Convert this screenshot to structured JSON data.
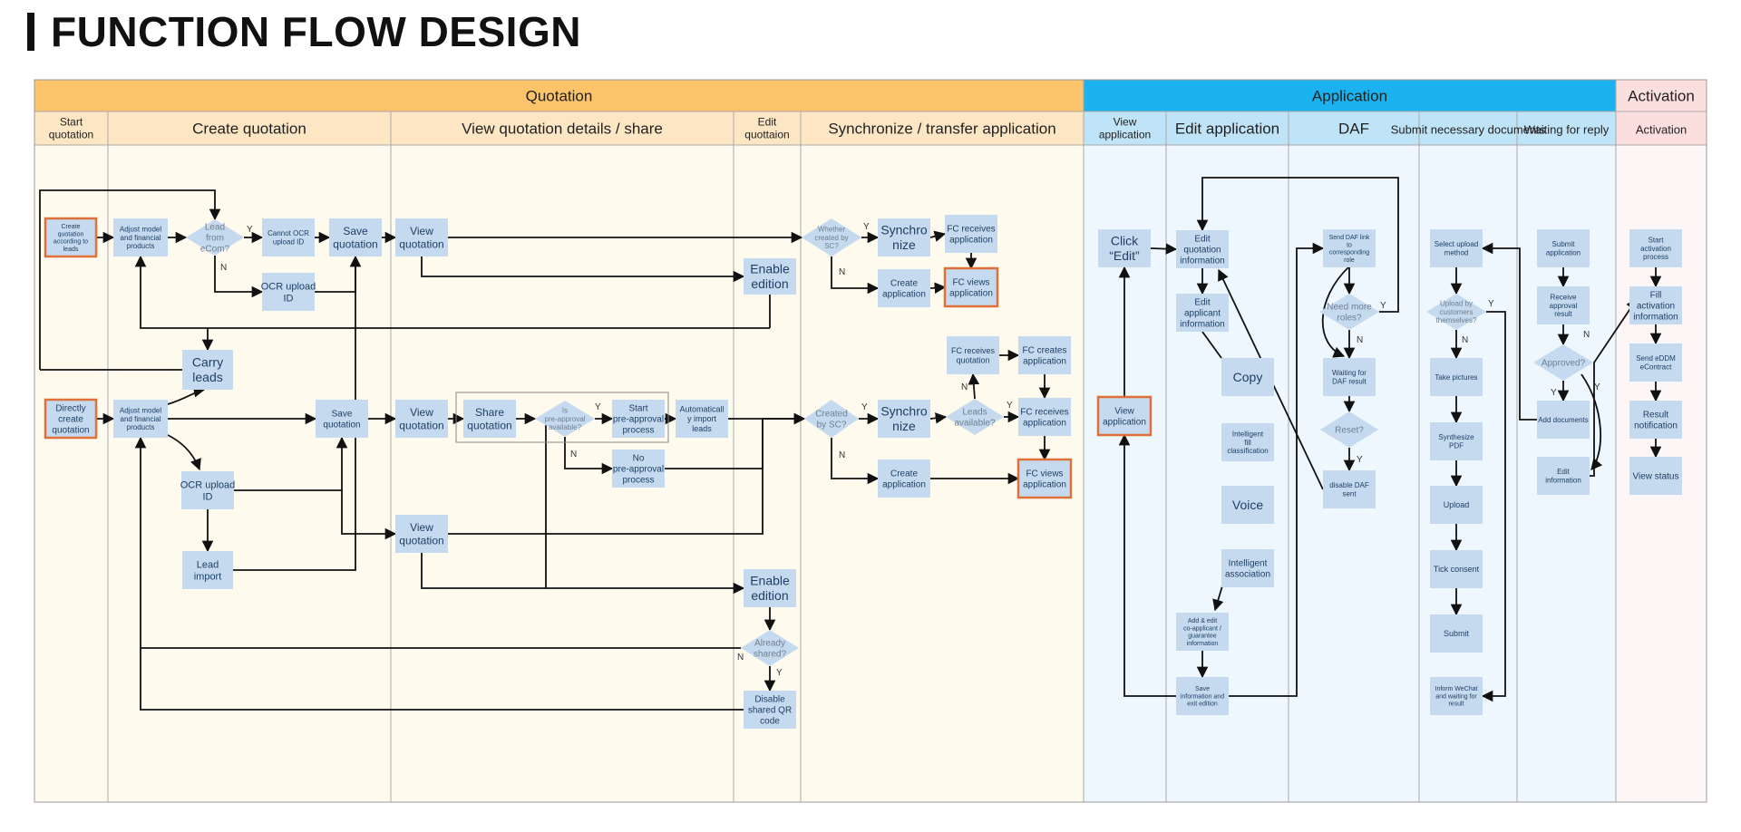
{
  "page": {
    "title": "FUNCTION FLOW DESIGN"
  },
  "bands": [
    {
      "id": "quotation",
      "label": "Quotation"
    },
    {
      "id": "application",
      "label": "Application"
    },
    {
      "id": "activation",
      "label": "Activation"
    }
  ],
  "columns": [
    {
      "id": "start",
      "label": "Start quotation",
      "band": "quotation"
    },
    {
      "id": "create",
      "label": "Create quotation",
      "band": "quotation"
    },
    {
      "id": "view",
      "label": "View quotation details / share",
      "band": "quotation"
    },
    {
      "id": "edit",
      "label": "Edit quottaion",
      "band": "quotation"
    },
    {
      "id": "sync",
      "label": "Synchronize / transfer application",
      "band": "quotation"
    },
    {
      "id": "viewapp",
      "label": "View application",
      "band": "application"
    },
    {
      "id": "editapp",
      "label": "Edit application",
      "band": "application"
    },
    {
      "id": "daf",
      "label": "DAF",
      "band": "application"
    },
    {
      "id": "submit",
      "label": "Submit necessary documents",
      "band": "application"
    },
    {
      "id": "wait",
      "label": "Waiting for reply",
      "band": "application"
    },
    {
      "id": "act",
      "label": "Activation",
      "band": "activation"
    }
  ],
  "nodes": [
    {
      "id": "n1",
      "label": "Create quotation according to leads",
      "kind": "process",
      "highlight": true
    },
    {
      "id": "n2",
      "label": "Adjust model and financial products",
      "kind": "process"
    },
    {
      "id": "n3",
      "label": "Lead from eCom?",
      "kind": "decision"
    },
    {
      "id": "n4",
      "label": "Cannot OCR upload ID",
      "kind": "process"
    },
    {
      "id": "n5",
      "label": "Save quotation",
      "kind": "process"
    },
    {
      "id": "n6",
      "label": "OCR upload ID",
      "kind": "process"
    },
    {
      "id": "n7",
      "label": "View quotation",
      "kind": "process"
    },
    {
      "id": "n8",
      "label": "Carry leads",
      "kind": "process"
    },
    {
      "id": "n9",
      "label": "Enable edition",
      "kind": "process"
    },
    {
      "id": "n10",
      "label": "Whether created by SC?",
      "kind": "decision"
    },
    {
      "id": "n11",
      "label": "Synchro nize",
      "kind": "process"
    },
    {
      "id": "n12",
      "label": "FC receives application",
      "kind": "process"
    },
    {
      "id": "n13",
      "label": "Create application",
      "kind": "process"
    },
    {
      "id": "n14",
      "label": "FC views application",
      "kind": "process",
      "highlight": true
    },
    {
      "id": "n15",
      "label": "Directly create quotation",
      "kind": "process",
      "highlight": true
    },
    {
      "id": "n16",
      "label": "Adjust model and financial products",
      "kind": "process"
    },
    {
      "id": "n17",
      "label": "Save quotation",
      "kind": "process"
    },
    {
      "id": "n18",
      "label": "View quotation",
      "kind": "process"
    },
    {
      "id": "n19",
      "label": "Share quotation",
      "kind": "process"
    },
    {
      "id": "n20",
      "label": "Is pre-approval available?",
      "kind": "decision"
    },
    {
      "id": "n21",
      "label": "Start pre-approval process",
      "kind": "process"
    },
    {
      "id": "n22",
      "label": "Automaticall y import leads",
      "kind": "process"
    },
    {
      "id": "n23",
      "label": "No pre-approval process",
      "kind": "process"
    },
    {
      "id": "n24",
      "label": "OCR upload ID",
      "kind": "process"
    },
    {
      "id": "n25",
      "label": "Lead import",
      "kind": "process"
    },
    {
      "id": "n26",
      "label": "View quotation",
      "kind": "process"
    },
    {
      "id": "n27",
      "label": "Enable edition",
      "kind": "process"
    },
    {
      "id": "n28",
      "label": "Already shared?",
      "kind": "decision"
    },
    {
      "id": "n29",
      "label": "Disable shared QR code",
      "kind": "process"
    },
    {
      "id": "n30",
      "label": "Created by SC?",
      "kind": "decision"
    },
    {
      "id": "n31",
      "label": "Synchro nize",
      "kind": "process"
    },
    {
      "id": "n32",
      "label": "Leads available?",
      "kind": "decision"
    },
    {
      "id": "n33",
      "label": "FC receives quotation",
      "kind": "process"
    },
    {
      "id": "n34",
      "label": "FC creates application",
      "kind": "process"
    },
    {
      "id": "n35",
      "label": "FC receives application",
      "kind": "process"
    },
    {
      "id": "n36",
      "label": "Create application",
      "kind": "process"
    },
    {
      "id": "n37",
      "label": "FC views application",
      "kind": "process",
      "highlight": true
    },
    {
      "id": "n38",
      "label": "Click “Edit”",
      "kind": "process"
    },
    {
      "id": "n39",
      "label": "View application",
      "kind": "process",
      "highlight": true
    },
    {
      "id": "n40",
      "label": "Edit quotation information",
      "kind": "process"
    },
    {
      "id": "n41",
      "label": "Edit applicant information",
      "kind": "process"
    },
    {
      "id": "n42",
      "label": "Copy",
      "kind": "process"
    },
    {
      "id": "n43",
      "label": "Intelligent fill classification",
      "kind": "process"
    },
    {
      "id": "n44",
      "label": "Voice",
      "kind": "process"
    },
    {
      "id": "n45",
      "label": "Intelligent association",
      "kind": "process"
    },
    {
      "id": "n46",
      "label": "Add & edit co-applicant / guarantee information",
      "kind": "process"
    },
    {
      "id": "n47",
      "label": "Save information and exit edition",
      "kind": "process"
    },
    {
      "id": "n48",
      "label": "Send DAF link to corresponding role",
      "kind": "process"
    },
    {
      "id": "n49",
      "label": "Need more roles?",
      "kind": "decision"
    },
    {
      "id": "n50",
      "label": "Waiting for DAF result",
      "kind": "process"
    },
    {
      "id": "n51",
      "label": "Reset?",
      "kind": "decision"
    },
    {
      "id": "n52",
      "label": "disable DAF sent",
      "kind": "process"
    },
    {
      "id": "n53",
      "label": "Select upload method",
      "kind": "process"
    },
    {
      "id": "n54",
      "label": "Upload by customers themselves?",
      "kind": "decision"
    },
    {
      "id": "n55",
      "label": "Take pictures",
      "kind": "process"
    },
    {
      "id": "n56",
      "label": "Synthesize PDF",
      "kind": "process"
    },
    {
      "id": "n57",
      "label": "Upload",
      "kind": "process"
    },
    {
      "id": "n58",
      "label": "Tick consent",
      "kind": "process"
    },
    {
      "id": "n59",
      "label": "Submit",
      "kind": "process"
    },
    {
      "id": "n60",
      "label": "Inform WeChat and waiting for result",
      "kind": "process"
    },
    {
      "id": "n61",
      "label": "Submit application",
      "kind": "process"
    },
    {
      "id": "n62",
      "label": "Receive approval result",
      "kind": "process"
    },
    {
      "id": "n63",
      "label": "Approved?",
      "kind": "decision"
    },
    {
      "id": "n64",
      "label": "Add documents",
      "kind": "process"
    },
    {
      "id": "n65",
      "label": "Edit information",
      "kind": "process"
    },
    {
      "id": "n66",
      "label": "Start activation process",
      "kind": "process"
    },
    {
      "id": "n67",
      "label": "Fill activation information",
      "kind": "process"
    },
    {
      "id": "n68",
      "label": "Send eDDM eContract",
      "kind": "process"
    },
    {
      "id": "n69",
      "label": "Result notification",
      "kind": "process"
    },
    {
      "id": "n70",
      "label": "View status",
      "kind": "process"
    }
  ],
  "edge_labels": {
    "yes": "Y",
    "no": "N"
  },
  "colors": {
    "quotation_header": "#fbc36a",
    "quotation_subheader": "#fde6c4",
    "quotation_bg": "#fffaee",
    "application_header": "#1ab2ef",
    "application_subheader": "#bfe3f7",
    "application_bg": "#eef7fe",
    "activation_header": "#fbdede",
    "activation_bg": "#fdf6f6",
    "node_fill": "#c5daee",
    "node_text": "#1f3f66",
    "decision_text": "#6f7f90",
    "highlight_border": "#e0703a",
    "line": "#111111"
  }
}
